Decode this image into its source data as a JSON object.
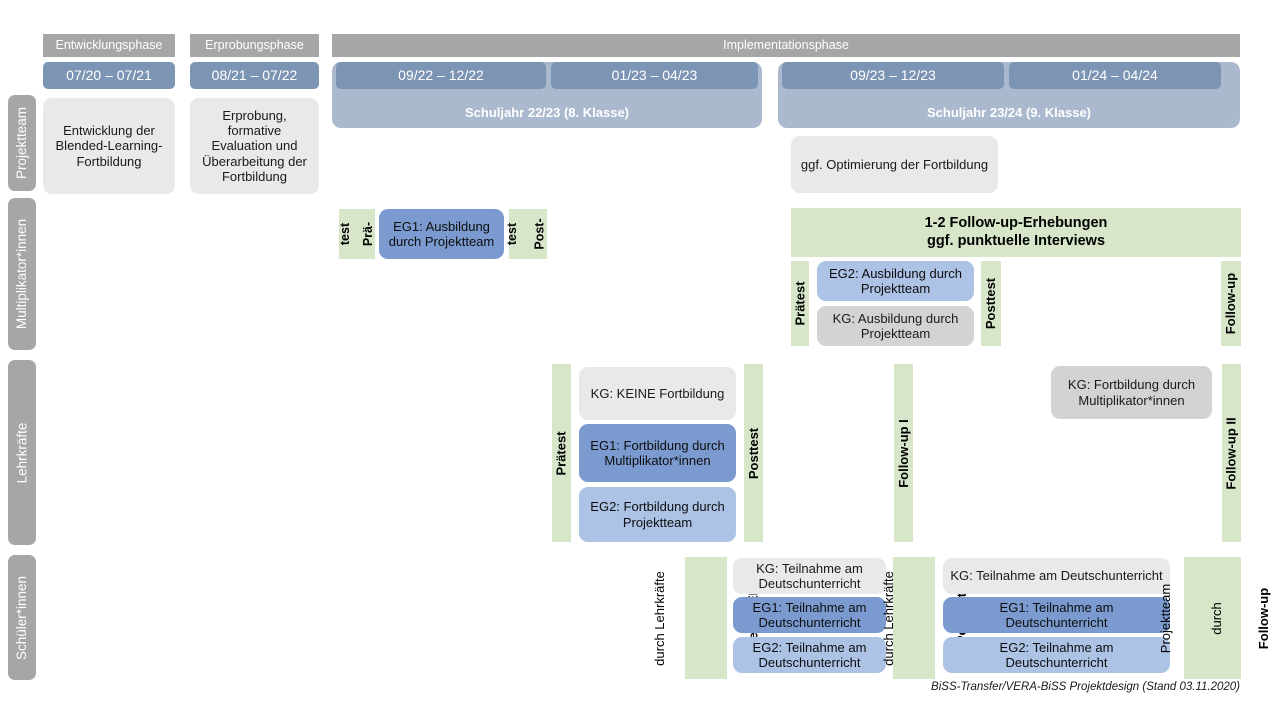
{
  "meta": {
    "footer_note": "BiSS-Transfer/VERA-BiSS Projektdesign (Stand 03.11.2020)"
  },
  "colors": {
    "gray_label": "#a6a6a6",
    "phase_bar": "#a6a6a6",
    "date_bar": "#7d95b4",
    "schuljahr": "#aab9ce",
    "box_gray_light": "#e9e9e9",
    "box_gray_mid": "#d3d3d3",
    "box_blue_dark": "#7b9bd0",
    "box_blue_light": "#adc3e6",
    "green": "#d7e6c9"
  },
  "row_labels": [
    {
      "id": "projektteam",
      "label": "Projektteam"
    },
    {
      "id": "multiplikatorinnen",
      "label": "Multiplikator*innen"
    },
    {
      "id": "lehrkraefte",
      "label": "Lehrkräfte"
    },
    {
      "id": "schuelerinnen",
      "label": "Schüler*innen"
    }
  ],
  "phases": [
    {
      "id": "entwicklung",
      "label": "Entwicklungsphase"
    },
    {
      "id": "erprobung",
      "label": "Erprobungsphase"
    },
    {
      "id": "implementation",
      "label": "Implementationsphase"
    }
  ],
  "date_bars": [
    {
      "id": "d1",
      "label": "07/20 – 07/21"
    },
    {
      "id": "d2",
      "label": "08/21 – 07/22"
    },
    {
      "id": "d3",
      "label": "09/22 – 12/22"
    },
    {
      "id": "d4",
      "label": "01/23 – 04/23"
    },
    {
      "id": "d5",
      "label": "09/23 – 12/23"
    },
    {
      "id": "d6",
      "label": "01/24 – 04/24"
    }
  ],
  "school_years": [
    {
      "id": "sj2223",
      "label": "Schuljahr 22/23 (8. Klasse)"
    },
    {
      "id": "sj2324",
      "label": "Schuljahr 23/24 (9. Klasse)"
    }
  ],
  "projektteam": {
    "entwicklung": "Entwicklung der Blended-Learning-Fortbildung",
    "erprobung": "Erprobung, formative Evaluation und Überarbeitung der Fortbildung",
    "optimierung": "ggf. Optimierung der Fortbildung"
  },
  "multiplikatoren": {
    "praetest_1_line1": "Prä-",
    "praetest_1_line2": "test",
    "eg1": "EG1: Ausbildung durch Projektteam",
    "posttest_1_line1": "Post-",
    "posttest_1_line2": "test",
    "followup_band_line1": "1-2 Follow-up-Erhebungen",
    "followup_band_line2": "ggf. punktuelle Interviews",
    "praetest_2": "Prätest",
    "eg2": "EG2: Ausbildung durch Projektteam",
    "kg": "KG: Ausbildung durch Projektteam",
    "posttest_2": "Posttest",
    "followup": "Follow-up"
  },
  "lehrkraefte": {
    "praetest": "Prätest",
    "kg_keine": "KG: KEINE Fortbildung",
    "eg1": "EG1: Fortbildung durch Multiplikator*innen",
    "eg2": "EG2: Fortbildung durch Projektteam",
    "posttest": "Posttest",
    "followup_1": "Follow-up I",
    "kg_fortbildung": "KG: Fortbildung durch Multiplikator*innen",
    "followup_2": "Follow-up II"
  },
  "schuelerinnen": {
    "praetest_bold": "Prätest (VERA)",
    "praetest_sub": "durch Lehrkräfte",
    "t1_kg": "KG: Teilnahme am Deutschunterricht",
    "t1_eg1": "EG1: Teilnahme am Deutschunterricht",
    "t1_eg2": "EG2: Teilnahme am Deutschunterricht",
    "posttest_bold": "Posttest",
    "posttest_sub": "durch Lehrkräfte",
    "t2_kg": "KG: Teilnahme am Deutschunterricht",
    "t2_eg1": "EG1: Teilnahme am Deutschunterricht",
    "t2_eg2": "EG2: Teilnahme am Deutschunterricht",
    "followup_bold": "Follow-up",
    "followup_sub1": "durch",
    "followup_sub2": "Projektteam"
  }
}
